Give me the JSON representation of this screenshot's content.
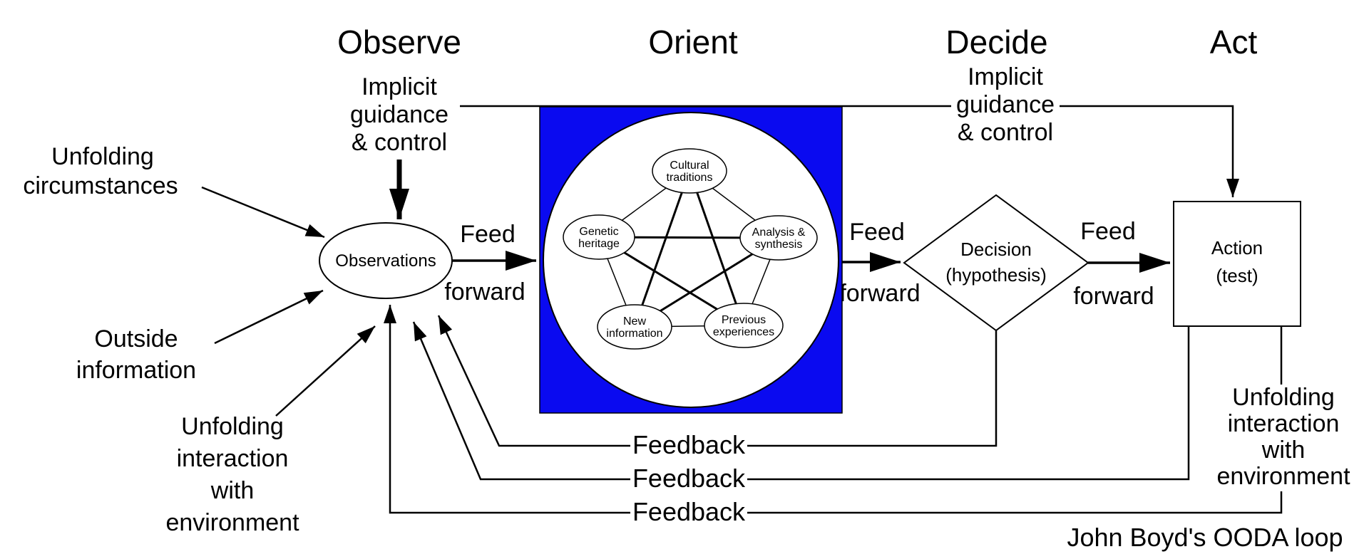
{
  "title": "John Boyd's OODA loop",
  "phases": {
    "observe": "Observe",
    "orient": "Orient",
    "decide": "Decide",
    "act": "Act"
  },
  "labels": {
    "implicit_left": [
      "Implicit",
      "guidance",
      "& control"
    ],
    "implicit_right": [
      "Implicit",
      "guidance",
      "& control"
    ],
    "unfolding_circumstances": [
      "Unfolding",
      "circumstances"
    ],
    "outside_information": [
      "Outside",
      "information"
    ],
    "unfolding_interaction_left": [
      "Unfolding",
      "interaction",
      "with",
      "environment"
    ],
    "unfolding_interaction_right": [
      "Unfolding",
      "interaction",
      "with",
      "environment"
    ],
    "feed_forward": [
      "Feed",
      "forward"
    ],
    "feedback": "Feedback"
  },
  "nodes": {
    "observations": "Observations",
    "decision": [
      "Decision",
      "(hypothesis)"
    ],
    "action": [
      "Action",
      "(test)"
    ],
    "orient_cluster": {
      "cultural_traditions": [
        "Cultural",
        "traditions"
      ],
      "genetic_heritage": [
        "Genetic",
        "heritage"
      ],
      "analysis_synthesis": [
        "Analysis &",
        "synthesis"
      ],
      "new_information": [
        "New",
        "information"
      ],
      "previous_experiences": [
        "Previous",
        "experiences"
      ]
    }
  },
  "colors": {
    "orient_box": "#0a0af0",
    "node_fill": "#ffffff",
    "line": "#000000"
  }
}
